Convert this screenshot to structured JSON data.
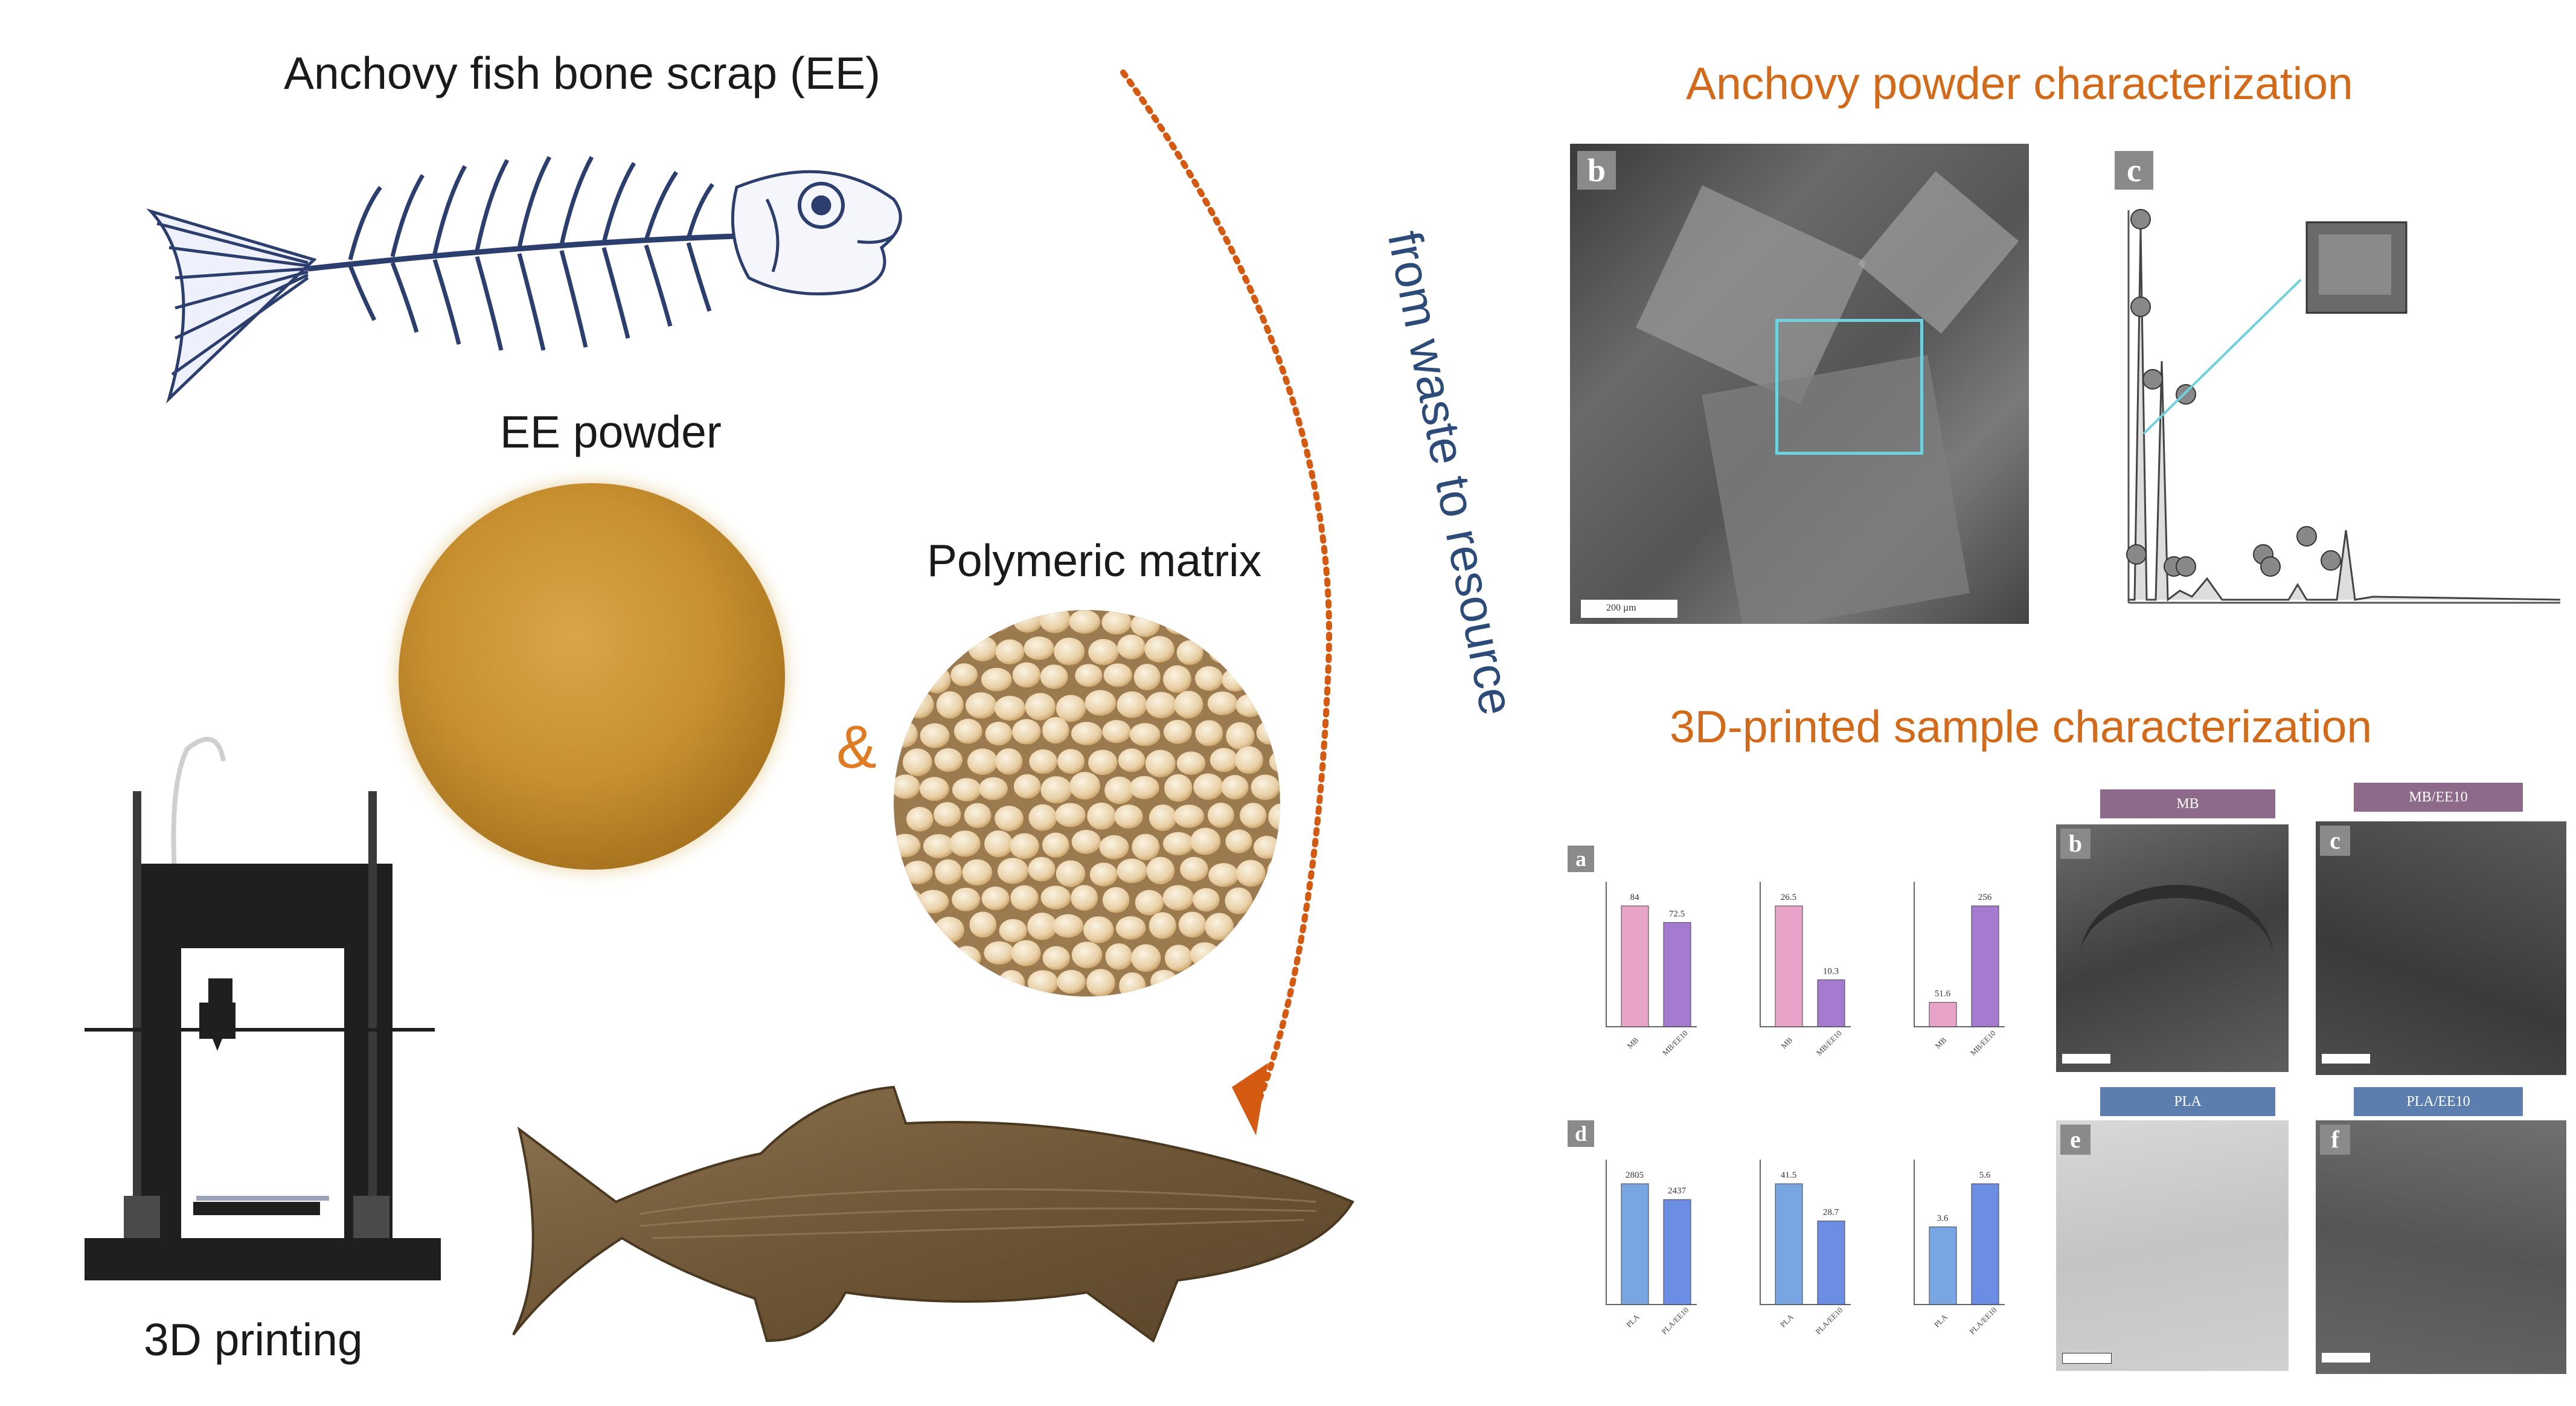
{
  "labels": {
    "fish_bone": "Anchovy fish bone scrap (EE)",
    "ee_powder": "EE powder",
    "polymeric": "Polymeric matrix",
    "ampersand": "&",
    "printing": "3D printing",
    "arrow_text": "from waste to resource",
    "powder_char": "Anchovy powder characterization",
    "sample_char": "3D-printed sample characterization"
  },
  "panels": {
    "b_top": "b",
    "c_top": "c",
    "a": "a",
    "d": "d",
    "b": "b",
    "c": "c",
    "e": "e",
    "f": "f"
  },
  "tags": {
    "mb": "MB",
    "mb_ee": "MB/EE10",
    "pla": "PLA",
    "pla_ee": "PLA/EE10"
  },
  "scale": {
    "top": "200 µm"
  },
  "colors": {
    "orange": "#d26a1a",
    "arrow": "#d45a12",
    "navy": "#2c4b78",
    "pink": "#e8a3c8",
    "purple": "#a57ad1",
    "blue": "#79a6e2",
    "blue2": "#6b8de4"
  },
  "chart_data": [
    {
      "type": "bar",
      "panel": "a",
      "categories": [
        "MB",
        "MB/EE10"
      ],
      "values": [
        84.0,
        72.5
      ]
    },
    {
      "type": "bar",
      "panel": "a",
      "categories": [
        "MB",
        "MB/EE10"
      ],
      "values": [
        26.5,
        10.3
      ]
    },
    {
      "type": "bar",
      "panel": "a",
      "categories": [
        "MB",
        "MB/EE10"
      ],
      "values": [
        51.6,
        256.0
      ]
    },
    {
      "type": "bar",
      "panel": "d",
      "categories": [
        "PLA",
        "PLA/EE10"
      ],
      "values": [
        2805,
        2437
      ]
    },
    {
      "type": "bar",
      "panel": "d",
      "categories": [
        "PLA",
        "PLA/EE10"
      ],
      "values": [
        41.5,
        28.7
      ]
    },
    {
      "type": "bar",
      "panel": "d",
      "categories": [
        "PLA",
        "PLA/EE10"
      ],
      "values": [
        3.6,
        5.6
      ]
    }
  ]
}
